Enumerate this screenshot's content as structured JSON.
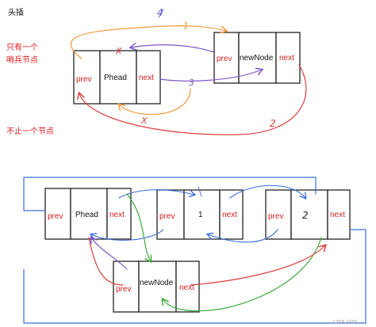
{
  "title": "头插",
  "notes": {
    "only_sentinel": [
      "只有一个",
      "哨兵节点"
    ],
    "more_than_one": "不止一个节点"
  },
  "fields": {
    "prev": "prev",
    "next": "next"
  },
  "nodes": {
    "top_head": "Phead",
    "top_new": "newNode",
    "bottom_head": "Phead",
    "bottom_one": "1",
    "bottom_two": "2",
    "bottom_new": "newNode"
  },
  "annotations": {
    "step1": "1",
    "step2": "2",
    "step3": "3",
    "step4": "4",
    "cross": "X"
  },
  "watermark": "CSDN @好好",
  "colors": {
    "orange": "#f39a3a",
    "purple": "#7e56c8",
    "red": "#de3c3c",
    "blue": "#3a6fd8",
    "green": "#3aaa3a"
  }
}
